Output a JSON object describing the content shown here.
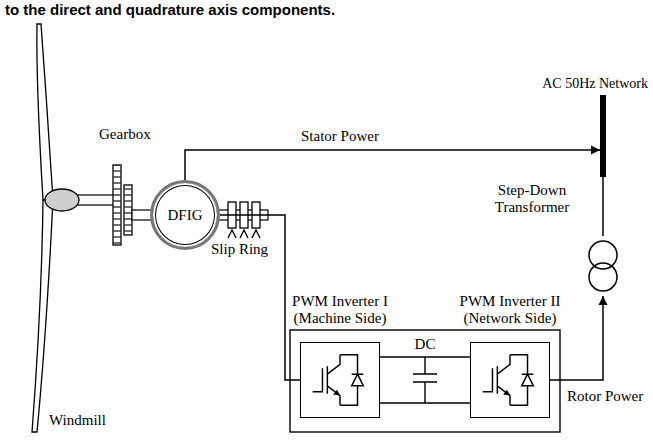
{
  "diagram": {
    "nodes": [
      {
        "text": [
          "DFIG"
        ]
      },
      {
        "text": [
          "PWM Inverter I (Machine Side)"
        ]
      },
      {
        "text": [
          "PWM Inverter II (Network Side)"
        ]
      },
      {
        "text": [
          "Step-Down Transformer"
        ]
      },
      {
        "text": [
          "AC 50Hz Network"
        ]
      }
    ],
    "edges": [
      {
        "from": 0,
        "to": 4,
        "label": "Stator Power",
        "arrow": "to"
      },
      {
        "from": 0,
        "to": 1,
        "arrow": "none"
      },
      {
        "from": 1,
        "to": 2,
        "label": "DC",
        "arrow": "none"
      },
      {
        "from": 2,
        "to": 3,
        "label": "Rotor Power",
        "arrow": "to"
      },
      {
        "from": 3,
        "to": 4,
        "arrow": "none"
      }
    ],
    "labels": [
      "to the direct and quadrature axis components.",
      "Gearbox",
      "Slip Ring",
      "Windmill"
    ]
  }
}
